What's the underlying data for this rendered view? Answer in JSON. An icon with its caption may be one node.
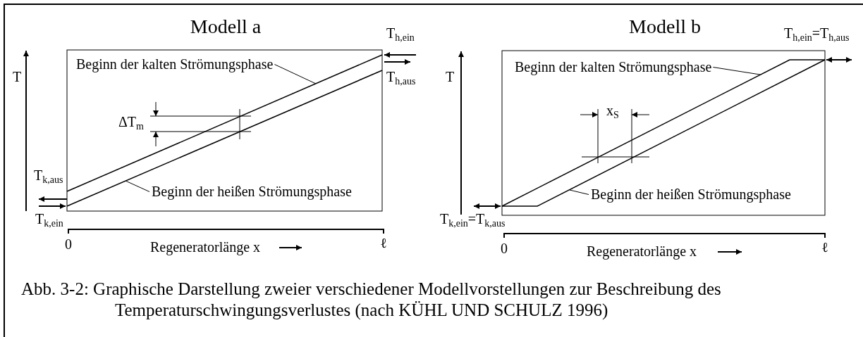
{
  "diagram": {
    "caption": "Abb. 3-2: Graphische Darstellung zweier verschiedener Modellvorstellungen zur Beschreibung des Temperaturschwingungsverlustes (nach KÜHL UND SCHULZ 1996)",
    "nodes": [
      {
        "text": [
          "Beginn der kalten Strömungsphase"
        ]
      },
      {
        "text": [
          "Beginn der heißen Strömungsphase"
        ]
      },
      {
        "text": [
          "Beginn der kalten Strömungsphase"
        ]
      },
      {
        "text": [
          "Beginn der heißen Strömungsphase"
        ]
      }
    ],
    "edges": [
      {
        "from": 0,
        "to": null,
        "arrow": "none"
      },
      {
        "from": 1,
        "to": null,
        "arrow": "none"
      },
      {
        "from": 2,
        "to": null,
        "arrow": "none"
      },
      {
        "from": 3,
        "to": null,
        "arrow": "none"
      }
    ],
    "labels": [
      "Modell a",
      "T",
      "T$_{h,ein}$",
      "T$_{h,aus}$",
      "ΔT$_{m}$",
      "T$_{k,aus}$",
      "T$_{k,ein}$",
      "0",
      "Regeneratorlänge x",
      "ℓ",
      "Modell b",
      "T$_{h,ein}$=T$_{h,aus}$",
      "T",
      "x$_{S}$",
      "T$_{k,ein}$=T$_{k,aus}$",
      "0",
      "Regeneratorlänge x",
      "ℓ"
    ]
  }
}
